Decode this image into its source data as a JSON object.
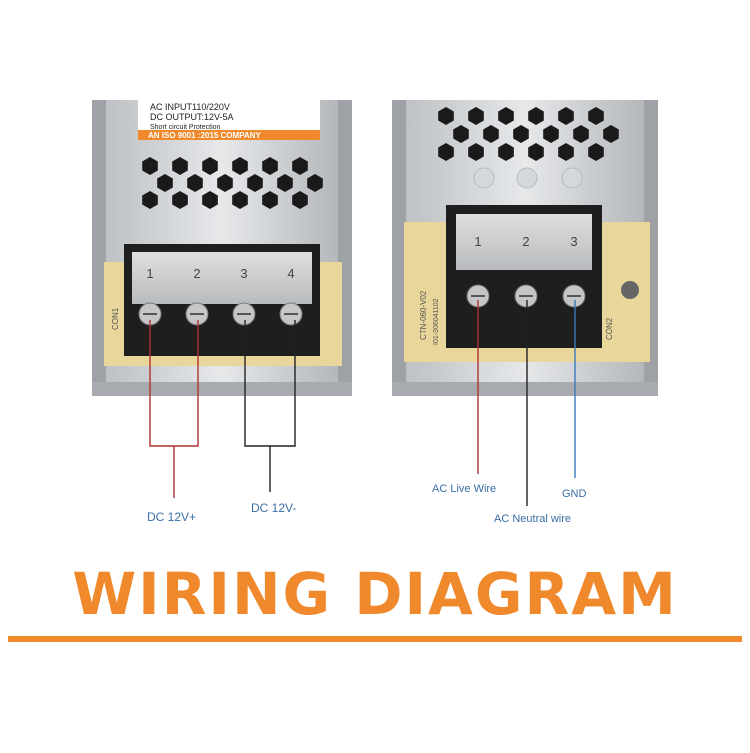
{
  "left_unit": {
    "label_lines": [
      "AC INPUT110/220V",
      "DC OUTPUT:12V-5A",
      "Short circuit Protection"
    ],
    "iso_banner": "AN ISO 9001 :2015 COMPANY",
    "terminal_numbers": [
      "1",
      "2",
      "3",
      "4"
    ],
    "board_text": "CON1"
  },
  "right_unit": {
    "terminal_numbers": [
      "1",
      "2",
      "3"
    ],
    "board_text_1": "CTN-060-V02",
    "board_text_2": "I01-306041102",
    "board_text_3": "CON2"
  },
  "wire_labels": {
    "dc_plus": "DC 12V+",
    "dc_minus": "DC 12V-",
    "ac_live": "AC Live Wire",
    "ac_neutral": "AC Neutral wire",
    "gnd": "GND"
  },
  "title": "WIRING DIAGRAM",
  "colors": {
    "title": "#f0882c",
    "wire_red": "#b03030",
    "wire_black": "#222222",
    "wire_blue": "#3a7bb8",
    "label_blue": "#3a6ea5"
  }
}
